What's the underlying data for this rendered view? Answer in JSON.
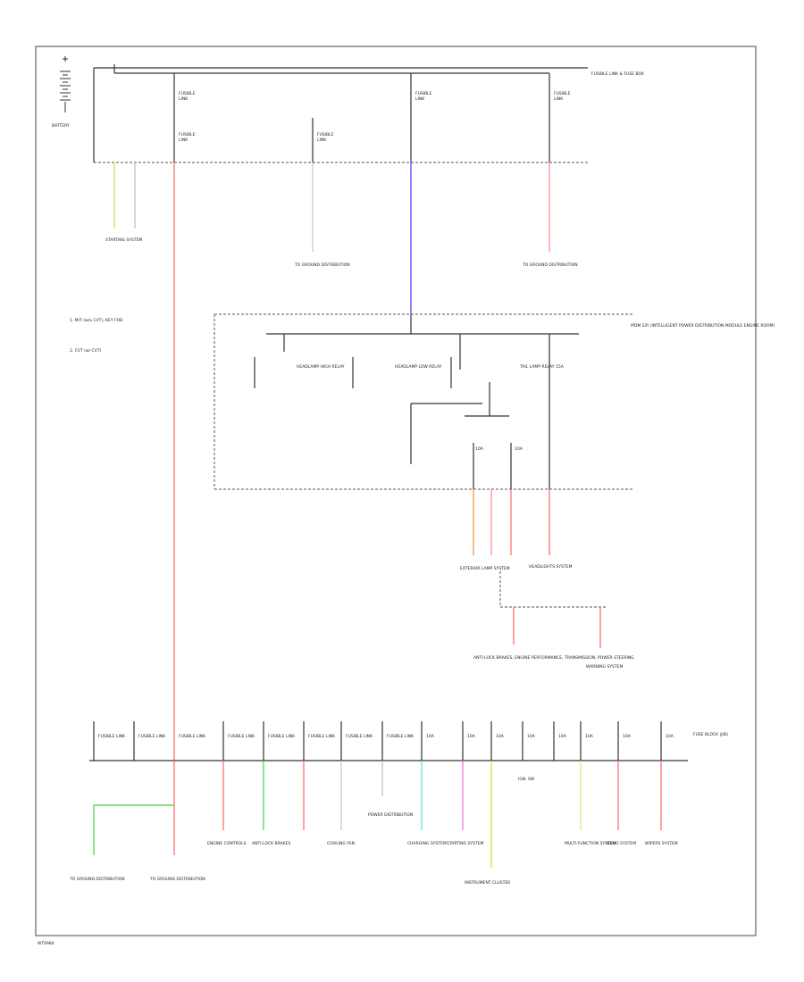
{
  "figure_code": "WT0984",
  "battery_label": "BATTERY",
  "colors": {
    "red": "#ff7a7a",
    "pink": "#ff9a9a",
    "blue": "#5a5aff",
    "green": "#5fd65f",
    "yellow": "#e0e040",
    "light_yellow": "#e8e890",
    "orange": "#f5a050",
    "cyan": "#70e0e8",
    "magenta": "#f080e0",
    "gray": "#c8c8c8",
    "black": "#333333"
  },
  "notes": [
    "1. M/T (w/o CVT), KEY FOB",
    "2. CVT (w/ CVT)"
  ],
  "boxes": {
    "top": {
      "fuses": [
        {
          "amps": "FUSIBLE",
          "value": "LINK"
        },
        {
          "amps": "FUSIBLE",
          "value": "LINK"
        },
        {
          "amps": "FUSIBLE",
          "value": "LINK"
        },
        {
          "amps": "FUSIBLE",
          "value": "LINK"
        },
        {
          "amps": "FUSIBLE",
          "value": "LINK"
        }
      ],
      "label": "FUSIBLE LINK & FUSE BOX"
    },
    "ipdm": {
      "label": "IPDM E/R (INTELLIGENT POWER DISTRIBUTION MODULE ENGINE ROOM)",
      "relays": [
        "HEADLAMP HIGH RELAY",
        "HEADLAMP LOW RELAY",
        "TAIL LAMP RELAY"
      ],
      "fuses": [
        "15A",
        "10A",
        "10A"
      ]
    },
    "bottom": {
      "label": "FUSE BLOCK (J/B)",
      "bus_label": "IGN. SW",
      "fuses": [
        "FUSIBLE LINK",
        "FUSIBLE LINK",
        "FUSIBLE LINK",
        "FUSIBLE LINK",
        "FUSIBLE LINK",
        "FUSIBLE LINK",
        "FUSIBLE LINK",
        "FUSIBLE LINK",
        "10A",
        "10A",
        "10A",
        "10A",
        "10A",
        "10A",
        "10A",
        "10A"
      ]
    }
  },
  "destinations": {
    "starting_system": "STARTING SYSTEM",
    "ground_dist_1": "TO GROUND DISTRIBUTION",
    "ground_dist_2": "TO GROUND DISTRIBUTION",
    "exterior_lamp_system": "EXTERIOR LAMP SYSTEM",
    "headlights": "HEADLIGHTS SYSTEM",
    "anti_lock": "ANTI-LOCK BRAKES, ENGINE PERFORMANCE, TRANSMISSION, POWER STEERING",
    "warning_system": "WARNING SYSTEM",
    "engine_controls": "ENGINE CONTROLS",
    "anti_lock_brakes": "ANTI-LOCK BRAKES",
    "cooling_fan": "COOLING FAN",
    "charging": "CHARGING SYSTEM",
    "starting2": "STARTING SYSTEM",
    "power_distribution": "POWER DISTRIBUTION",
    "ground3": "TO GROUND DISTRIBUTION",
    "ground4": "TO GROUND DISTRIBUTION",
    "instrument_cluster": "INSTRUMENT CLUSTER",
    "multi": "MULTI-FUNCTION SYSTEM",
    "audio": "AUDIO SYSTEM",
    "wipers": "WIPERS SYSTEM"
  }
}
